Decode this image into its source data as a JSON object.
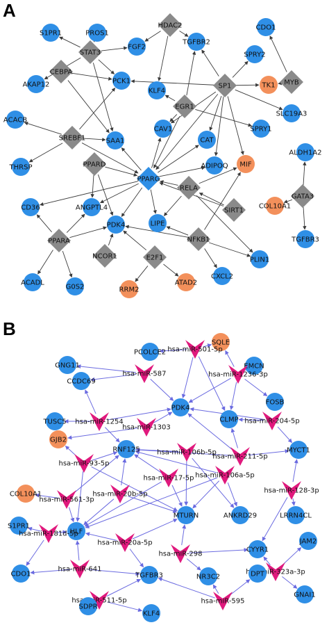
{
  "panels": [
    {
      "label": "A",
      "nodes": [
        {
          "id": "PROS1",
          "shape": "circle",
          "color": "blue"
        },
        {
          "id": "HDAC2",
          "shape": "diamond",
          "color": "gray"
        },
        {
          "id": "CDO1",
          "shape": "circle",
          "color": "blue"
        },
        {
          "id": "S1PR1",
          "shape": "circle",
          "color": "blue"
        },
        {
          "id": "STAT3",
          "shape": "diamond",
          "color": "gray"
        },
        {
          "id": "FGF2",
          "shape": "circle",
          "color": "blue"
        },
        {
          "id": "TGFBR2",
          "shape": "circle",
          "color": "blue"
        },
        {
          "id": "SPRY2",
          "shape": "circle",
          "color": "blue"
        },
        {
          "id": "MYB",
          "shape": "diamond",
          "color": "gray"
        },
        {
          "id": "AKAP12",
          "shape": "circle",
          "color": "blue"
        },
        {
          "id": "CEBPA",
          "shape": "diamond",
          "color": "gray"
        },
        {
          "id": "PCK1",
          "shape": "circle",
          "color": "blue"
        },
        {
          "id": "SP1",
          "shape": "diamond",
          "color": "gray"
        },
        {
          "id": "TK1",
          "shape": "circle",
          "color": "orange"
        },
        {
          "id": "KLF4",
          "shape": "circle",
          "color": "blue"
        },
        {
          "id": "EGR1",
          "shape": "diamond",
          "color": "gray"
        },
        {
          "id": "ACACB",
          "shape": "circle",
          "color": "blue"
        },
        {
          "id": "CAV1",
          "shape": "circle",
          "color": "blue"
        },
        {
          "id": "SLC19A3",
          "shape": "circle",
          "color": "blue"
        },
        {
          "id": "SREBF1",
          "shape": "diamond",
          "color": "gray"
        },
        {
          "id": "SAA1",
          "shape": "circle",
          "color": "blue"
        },
        {
          "id": "CAT",
          "shape": "circle",
          "color": "blue"
        },
        {
          "id": "SPRY1",
          "shape": "circle",
          "color": "blue"
        },
        {
          "id": "THRSP",
          "shape": "circle",
          "color": "blue"
        },
        {
          "id": "PPARD",
          "shape": "diamond",
          "color": "gray"
        },
        {
          "id": "ADIPOQ",
          "shape": "circle",
          "color": "blue"
        },
        {
          "id": "MIF",
          "shape": "circle",
          "color": "orange"
        },
        {
          "id": "ALDH1A2",
          "shape": "circle",
          "color": "blue"
        },
        {
          "id": "PPARG",
          "shape": "diamond",
          "color": "blue"
        },
        {
          "id": "RELA",
          "shape": "diamond",
          "color": "gray"
        },
        {
          "id": "CD36",
          "shape": "circle",
          "color": "blue"
        },
        {
          "id": "ANGPTL4",
          "shape": "circle",
          "color": "blue"
        },
        {
          "id": "COL10A1",
          "shape": "circle",
          "color": "orange"
        },
        {
          "id": "GATA3",
          "shape": "diamond",
          "color": "gray"
        },
        {
          "id": "SIRT1",
          "shape": "diamond",
          "color": "gray"
        },
        {
          "id": "PPARA",
          "shape": "diamond",
          "color": "gray"
        },
        {
          "id": "PDK4",
          "shape": "circle",
          "color": "blue"
        },
        {
          "id": "LIPE",
          "shape": "circle",
          "color": "blue"
        },
        {
          "id": "NFKB1",
          "shape": "diamond",
          "color": "gray"
        },
        {
          "id": "TGFBR3",
          "shape": "circle",
          "color": "blue"
        },
        {
          "id": "NCOR1",
          "shape": "diamond",
          "color": "gray"
        },
        {
          "id": "E2F1",
          "shape": "diamond",
          "color": "gray"
        },
        {
          "id": "PLIN1",
          "shape": "circle",
          "color": "blue"
        },
        {
          "id": "ACADL",
          "shape": "circle",
          "color": "blue"
        },
        {
          "id": "G0S2",
          "shape": "circle",
          "color": "blue"
        },
        {
          "id": "RRM2",
          "shape": "circle",
          "color": "orange"
        },
        {
          "id": "ATAD2",
          "shape": "circle",
          "color": "orange"
        },
        {
          "id": "CXCL2",
          "shape": "circle",
          "color": "blue"
        }
      ],
      "edges": [
        [
          "STAT3",
          "S1PR1"
        ],
        [
          "STAT3",
          "PROS1"
        ],
        [
          "STAT3",
          "FGF2"
        ],
        [
          "STAT3",
          "AKAP12"
        ],
        [
          "STAT3",
          "SAA1"
        ],
        [
          "STAT3",
          "PCK1"
        ],
        [
          "HDAC2",
          "TGFBR2"
        ],
        [
          "HDAC2",
          "KLF4"
        ],
        [
          "HDAC2",
          "FGF2"
        ],
        [
          "MYB",
          "CDO1"
        ],
        [
          "MYB",
          "TK1"
        ],
        [
          "SP1",
          "TGFBR2"
        ],
        [
          "SP1",
          "SPRY2"
        ],
        [
          "SP1",
          "TK1"
        ],
        [
          "SP1",
          "SLC19A3"
        ],
        [
          "SP1",
          "PCK1"
        ],
        [
          "SP1",
          "CAV1"
        ],
        [
          "SP1",
          "CAT"
        ],
        [
          "SP1",
          "MIF"
        ],
        [
          "SP1",
          "ADIPOQ"
        ],
        [
          "SP1",
          "PPARG"
        ],
        [
          "CEBPA",
          "PCK1"
        ],
        [
          "CEBPA",
          "SAA1"
        ],
        [
          "EGR1",
          "KLF4"
        ],
        [
          "EGR1",
          "CAV1"
        ],
        [
          "EGR1",
          "SPRY1"
        ],
        [
          "EGR1",
          "TGFBR2"
        ],
        [
          "EGR1",
          "PPARG"
        ],
        [
          "SREBF1",
          "ACACB"
        ],
        [
          "SREBF1",
          "THRSP"
        ],
        [
          "SREBF1",
          "SAA1"
        ],
        [
          "SREBF1",
          "PCK1"
        ],
        [
          "SREBF1",
          "PPARG"
        ],
        [
          "PPARD",
          "PDK4"
        ],
        [
          "PPARD",
          "ANGPTL4"
        ],
        [
          "PPARD",
          "PPARG"
        ],
        [
          "PPARG",
          "CAT"
        ],
        [
          "PPARG",
          "CAV1"
        ],
        [
          "PPARG",
          "SAA1"
        ],
        [
          "PPARG",
          "LIPE"
        ],
        [
          "PPARG",
          "PDK4"
        ],
        [
          "PPARG",
          "ADIPOQ"
        ],
        [
          "PPARG",
          "ANGPTL4"
        ],
        [
          "PPARG",
          "CD36"
        ],
        [
          "RELA",
          "MIF"
        ],
        [
          "RELA",
          "PLIN1"
        ],
        [
          "RELA",
          "LIPE"
        ],
        [
          "RELA",
          "PPARG"
        ],
        [
          "GATA3",
          "ALDH1A2"
        ],
        [
          "GATA3",
          "TGFBR3"
        ],
        [
          "GATA3",
          "COL10A1"
        ],
        [
          "SIRT1",
          "RELA"
        ],
        [
          "SIRT1",
          "PPARG"
        ],
        [
          "PPARA",
          "CD36"
        ],
        [
          "PPARA",
          "ACADL"
        ],
        [
          "PPARA",
          "G0S2"
        ],
        [
          "PPARA",
          "PDK4"
        ],
        [
          "PPARA",
          "ANGPTL4"
        ],
        [
          "NFKB1",
          "CXCL2"
        ],
        [
          "NFKB1",
          "PLIN1"
        ],
        [
          "NFKB1",
          "LIPE"
        ],
        [
          "NFKB1",
          "PDK4"
        ],
        [
          "NFKB1",
          "MIF"
        ],
        [
          "NCOR1",
          "PDK4"
        ],
        [
          "E2F1",
          "RRM2"
        ],
        [
          "E2F1",
          "ATAD2"
        ],
        [
          "E2F1",
          "PDK4"
        ]
      ]
    },
    {
      "label": "B",
      "nodes": [
        {
          "id": "SQLE",
          "shape": "circle",
          "color": "orange"
        },
        {
          "id": "PCOLCE2",
          "shape": "circle",
          "color": "blue"
        },
        {
          "id": "hsa-miR-501-5p",
          "shape": "vee",
          "color": "magenta"
        },
        {
          "id": "GNG11",
          "shape": "circle",
          "color": "blue"
        },
        {
          "id": "hsa-miR-587",
          "shape": "vee",
          "color": "magenta"
        },
        {
          "id": "EMCN",
          "shape": "circle",
          "color": "blue"
        },
        {
          "id": "hsa-miR-1236-3p",
          "shape": "vee",
          "color": "magenta"
        },
        {
          "id": "CCDC69",
          "shape": "circle",
          "color": "blue"
        },
        {
          "id": "FOSB",
          "shape": "circle",
          "color": "blue"
        },
        {
          "id": "TUSC5",
          "shape": "circle",
          "color": "blue"
        },
        {
          "id": "PDK4",
          "shape": "circle",
          "color": "blue"
        },
        {
          "id": "CLMP",
          "shape": "circle",
          "color": "blue"
        },
        {
          "id": "hsa-miR-1254",
          "shape": "vee",
          "color": "magenta"
        },
        {
          "id": "hsa-miR-1303",
          "shape": "vee",
          "color": "magenta"
        },
        {
          "id": "hsa-miR-204-5p",
          "shape": "vee",
          "color": "magenta"
        },
        {
          "id": "GJB2",
          "shape": "circle",
          "color": "orange"
        },
        {
          "id": "RNF125",
          "shape": "circle",
          "color": "blue"
        },
        {
          "id": "hsa-miR-106b-5p",
          "shape": "vee",
          "color": "magenta"
        },
        {
          "id": "MYCT1",
          "shape": "circle",
          "color": "blue"
        },
        {
          "id": "hsa-miR-211-5p",
          "shape": "vee",
          "color": "magenta"
        },
        {
          "id": "hsa-miR-93-5p",
          "shape": "vee",
          "color": "magenta"
        },
        {
          "id": "hsa-miR-17-5p",
          "shape": "vee",
          "color": "magenta"
        },
        {
          "id": "hsa-miR-106a-5p",
          "shape": "vee",
          "color": "magenta"
        },
        {
          "id": "COL10A1",
          "shape": "circle",
          "color": "orange"
        },
        {
          "id": "hsa-miR-20b-5p",
          "shape": "vee",
          "color": "magenta"
        },
        {
          "id": "hsa-miR-128-3p",
          "shape": "vee",
          "color": "magenta"
        },
        {
          "id": "hsa-miR-561-3p",
          "shape": "vee",
          "color": "magenta"
        },
        {
          "id": "MTURN",
          "shape": "circle",
          "color": "blue"
        },
        {
          "id": "ANKRD29",
          "shape": "circle",
          "color": "blue"
        },
        {
          "id": "LRRN4CL",
          "shape": "circle",
          "color": "blue"
        },
        {
          "id": "S1PR1",
          "shape": "circle",
          "color": "blue"
        },
        {
          "id": "HLF",
          "shape": "circle",
          "color": "blue"
        },
        {
          "id": "hsa-miR-181d-5p",
          "shape": "vee",
          "color": "magenta"
        },
        {
          "id": "hsa-miR-20a-5p",
          "shape": "vee",
          "color": "magenta"
        },
        {
          "id": "hsa-miR-298",
          "shape": "vee",
          "color": "magenta"
        },
        {
          "id": "CYYR1",
          "shape": "circle",
          "color": "blue"
        },
        {
          "id": "JAM2",
          "shape": "circle",
          "color": "blue"
        },
        {
          "id": "hsa-miR-641",
          "shape": "vee",
          "color": "magenta"
        },
        {
          "id": "hsa-miR-323a-3p",
          "shape": "vee",
          "color": "magenta"
        },
        {
          "id": "CDO1",
          "shape": "circle",
          "color": "blue"
        },
        {
          "id": "TGFBR3",
          "shape": "circle",
          "color": "blue"
        },
        {
          "id": "NR3C2",
          "shape": "circle",
          "color": "blue"
        },
        {
          "id": "DPT",
          "shape": "circle",
          "color": "blue"
        },
        {
          "id": "GNAI1",
          "shape": "circle",
          "color": "blue"
        },
        {
          "id": "hsa-miR-511-5p",
          "shape": "vee",
          "color": "magenta"
        },
        {
          "id": "SDPR",
          "shape": "circle",
          "color": "blue"
        },
        {
          "id": "KLF4",
          "shape": "circle",
          "color": "blue"
        },
        {
          "id": "hsa-miR-595",
          "shape": "vee",
          "color": "magenta"
        }
      ],
      "edges": [
        [
          "hsa-miR-501-5p",
          "PCOLCE2"
        ],
        [
          "hsa-miR-501-5p",
          "SQLE"
        ],
        [
          "hsa-miR-501-5p",
          "PDK4"
        ],
        [
          "hsa-miR-501-5p",
          "CLMP"
        ],
        [
          "hsa-miR-587",
          "GNG11"
        ],
        [
          "hsa-miR-587",
          "CCDC69"
        ],
        [
          "hsa-miR-587",
          "PDK4"
        ],
        [
          "hsa-miR-1236-3p",
          "EMCN"
        ],
        [
          "hsa-miR-1236-3p",
          "FOSB"
        ],
        [
          "hsa-miR-1236-3p",
          "PDK4"
        ],
        [
          "hsa-miR-1236-3p",
          "SQLE"
        ],
        [
          "hsa-miR-1236-3p",
          "CLMP"
        ],
        [
          "hsa-miR-1254",
          "TUSC5"
        ],
        [
          "hsa-miR-1254",
          "CCDC69"
        ],
        [
          "hsa-miR-1254",
          "RNF125"
        ],
        [
          "hsa-miR-1254",
          "PDK4"
        ],
        [
          "hsa-miR-1303",
          "GJB2"
        ],
        [
          "hsa-miR-1303",
          "PDK4"
        ],
        [
          "hsa-miR-204-5p",
          "CLMP"
        ],
        [
          "hsa-miR-204-5p",
          "MYCT1"
        ],
        [
          "hsa-miR-204-5p",
          "PDK4"
        ],
        [
          "hsa-miR-106b-5p",
          "RNF125"
        ],
        [
          "hsa-miR-106b-5p",
          "MTURN"
        ],
        [
          "hsa-miR-106b-5p",
          "ANKRD29"
        ],
        [
          "hsa-miR-211-5p",
          "CLMP"
        ],
        [
          "hsa-miR-211-5p",
          "MYCT1"
        ],
        [
          "hsa-miR-211-5p",
          "RNF125"
        ],
        [
          "hsa-miR-211-5p",
          "PDK4"
        ],
        [
          "hsa-miR-93-5p",
          "GJB2"
        ],
        [
          "hsa-miR-93-5p",
          "RNF125"
        ],
        [
          "hsa-miR-93-5p",
          "HLF"
        ],
        [
          "hsa-miR-93-5p",
          "MTURN"
        ],
        [
          "hsa-miR-17-5p",
          "RNF125"
        ],
        [
          "hsa-miR-17-5p",
          "HLF"
        ],
        [
          "hsa-miR-17-5p",
          "MTURN"
        ],
        [
          "hsa-miR-106a-5p",
          "RNF125"
        ],
        [
          "hsa-miR-106a-5p",
          "HLF"
        ],
        [
          "hsa-miR-106a-5p",
          "MTURN"
        ],
        [
          "hsa-miR-106a-5p",
          "ANKRD29"
        ],
        [
          "hsa-miR-20b-5p",
          "HLF"
        ],
        [
          "hsa-miR-20b-5p",
          "MTURN"
        ],
        [
          "hsa-miR-20b-5p",
          "RNF125"
        ],
        [
          "hsa-miR-128-3p",
          "MYCT1"
        ],
        [
          "hsa-miR-128-3p",
          "LRRN4CL"
        ],
        [
          "hsa-miR-128-3p",
          "CYYR1"
        ],
        [
          "hsa-miR-561-3p",
          "COL10A1"
        ],
        [
          "hsa-miR-561-3p",
          "HLF"
        ],
        [
          "hsa-miR-561-3p",
          "RNF125"
        ],
        [
          "hsa-miR-181d-5p",
          "S1PR1"
        ],
        [
          "hsa-miR-181d-5p",
          "HLF"
        ],
        [
          "hsa-miR-181d-5p",
          "CDO1"
        ],
        [
          "hsa-miR-20a-5p",
          "HLF"
        ],
        [
          "hsa-miR-20a-5p",
          "MTURN"
        ],
        [
          "hsa-miR-20a-5p",
          "TGFBR3"
        ],
        [
          "hsa-miR-298",
          "MTURN"
        ],
        [
          "hsa-miR-298",
          "CYYR1"
        ],
        [
          "hsa-miR-298",
          "NR3C2"
        ],
        [
          "hsa-miR-641",
          "HLF"
        ],
        [
          "hsa-miR-641",
          "TGFBR3"
        ],
        [
          "hsa-miR-641",
          "CDO1"
        ],
        [
          "hsa-miR-323a-3p",
          "JAM2"
        ],
        [
          "hsa-miR-323a-3p",
          "GNAI1"
        ],
        [
          "hsa-miR-323a-3p",
          "CYYR1"
        ],
        [
          "hsa-miR-511-5p",
          "SDPR"
        ],
        [
          "hsa-miR-511-5p",
          "KLF4"
        ],
        [
          "hsa-miR-511-5p",
          "TGFBR3"
        ],
        [
          "hsa-miR-595",
          "TGFBR3"
        ],
        [
          "hsa-miR-595",
          "DPT"
        ],
        [
          "hsa-miR-595",
          "NR3C2"
        ]
      ]
    }
  ],
  "colors": {
    "blue": "#2f8fe6",
    "gray": "#8a8a8a",
    "orange": "#f3905b",
    "magenta": "#e0197d",
    "edgeA": "#3a3a3a",
    "edgeB": "#6a6ae0"
  }
}
